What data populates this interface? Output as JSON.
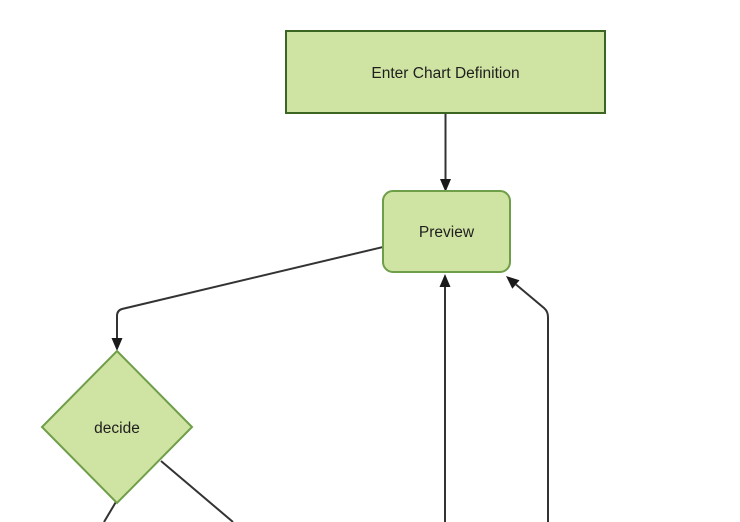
{
  "colors": {
    "background": "#ffffff",
    "node_fill": "#cfe3a2",
    "node_border_dark": "#3b6522",
    "node_border_medium": "#6f9e49",
    "edge_line": "#333333",
    "arrowhead": "#1a1a1a",
    "node_text": "#1f1f1f"
  },
  "diagram": {
    "type": "flowchart",
    "direction": "top-down",
    "nodes": [
      {
        "id": "enter-chart-definition",
        "shape": "rectangle",
        "label": "Enter Chart Definition"
      },
      {
        "id": "preview",
        "shape": "rounded-rectangle",
        "label": "Preview"
      },
      {
        "id": "decide",
        "shape": "diamond",
        "label": "decide"
      }
    ],
    "edges": [
      {
        "id": "enter-chart-definition-to-preview",
        "from": "enter-chart-definition",
        "to": "preview",
        "arrowhead": true
      },
      {
        "id": "preview-to-decide",
        "from": "preview",
        "to": "decide",
        "arrowhead": true
      },
      {
        "id": "offscreen-bottom-to-preview-bottom",
        "from": "offscreen-bottom",
        "to": "preview",
        "arrowhead": true
      },
      {
        "id": "offscreen-bottom-to-preview-corner",
        "from": "offscreen-bottom",
        "to": "preview",
        "arrowhead": true
      },
      {
        "id": "decide-to-offscreen-bottom-left",
        "from": "decide",
        "to": "offscreen-bottom",
        "arrowhead": false
      },
      {
        "id": "decide-to-offscreen-bottom-right",
        "from": "decide",
        "to": "offscreen-bottom",
        "arrowhead": false
      }
    ]
  }
}
